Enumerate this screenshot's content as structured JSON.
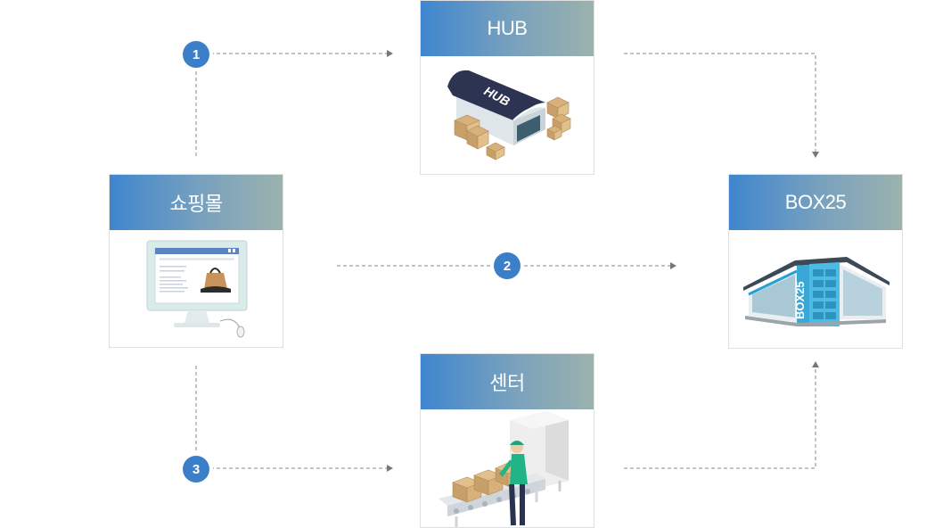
{
  "nodes": {
    "shop": {
      "title": "쇼핑몰"
    },
    "hub": {
      "title": "HUB",
      "roof_text": "HUB"
    },
    "box": {
      "title": "BOX25",
      "sign_text": "BOX25"
    },
    "center": {
      "title": "센터"
    }
  },
  "steps": [
    "1",
    "2",
    "3"
  ],
  "colors": {
    "header_start": "#3f86cf",
    "header_end": "#9bb2ae",
    "badge": "#3c7fc9",
    "line": "#8a8a8a"
  },
  "icons": [
    "computer-monitor-icon",
    "warehouse-hub-icon",
    "box25-store-icon",
    "conveyor-worker-icon"
  ]
}
